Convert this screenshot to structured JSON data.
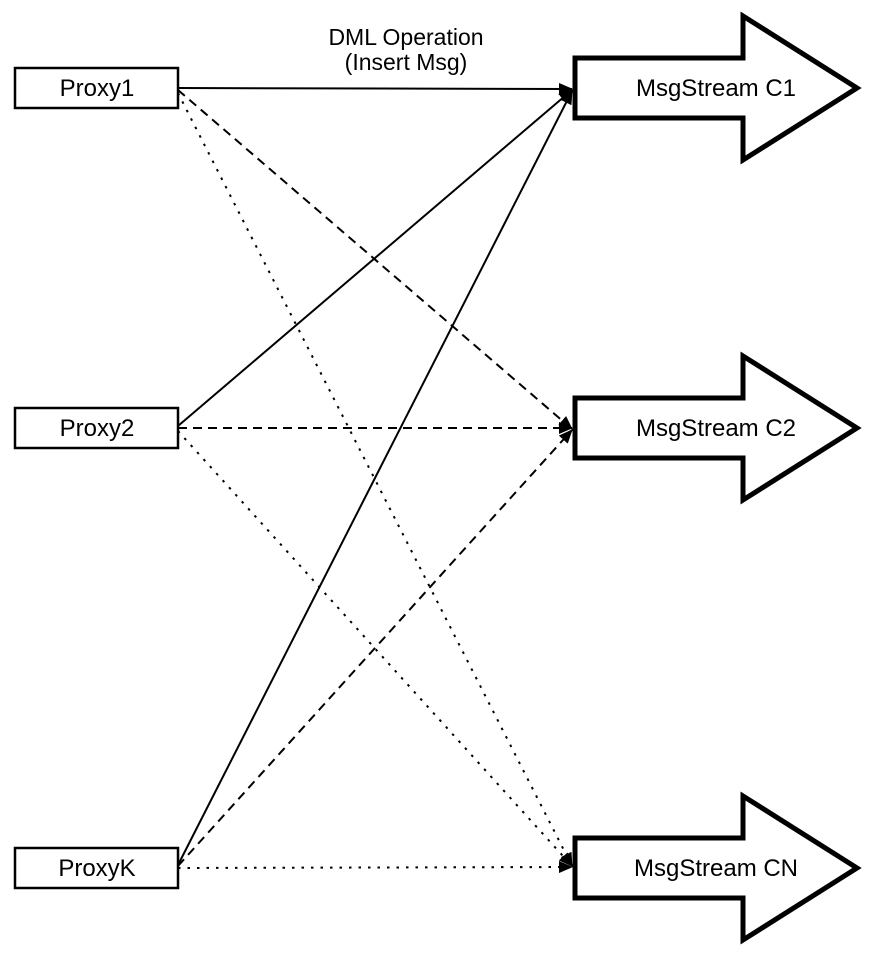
{
  "title": {
    "line1": "DML Operation",
    "line2": "(Insert Msg)"
  },
  "proxies": [
    {
      "label": "Proxy1"
    },
    {
      "label": "Proxy2"
    },
    {
      "label": "ProxyK"
    }
  ],
  "streams": [
    {
      "label": "MsgStream C1"
    },
    {
      "label": "MsgStream C2"
    },
    {
      "label": "MsgStream CN"
    }
  ],
  "edges": [
    {
      "from": "Proxy1",
      "to": "MsgStream C1",
      "style": "solid"
    },
    {
      "from": "Proxy1",
      "to": "MsgStream C2",
      "style": "dashed"
    },
    {
      "from": "Proxy1",
      "to": "MsgStream CN",
      "style": "dotted"
    },
    {
      "from": "Proxy2",
      "to": "MsgStream C1",
      "style": "solid"
    },
    {
      "from": "Proxy2",
      "to": "MsgStream C2",
      "style": "dashed"
    },
    {
      "from": "Proxy2",
      "to": "MsgStream CN",
      "style": "dotted"
    },
    {
      "from": "ProxyK",
      "to": "MsgStream C1",
      "style": "solid"
    },
    {
      "from": "ProxyK",
      "to": "MsgStream C2",
      "style": "dashed"
    },
    {
      "from": "ProxyK",
      "to": "MsgStream CN",
      "style": "dotted"
    }
  ],
  "colors": {
    "stroke": "#000000",
    "fill": "#ffffff",
    "background": "#ffffff"
  }
}
